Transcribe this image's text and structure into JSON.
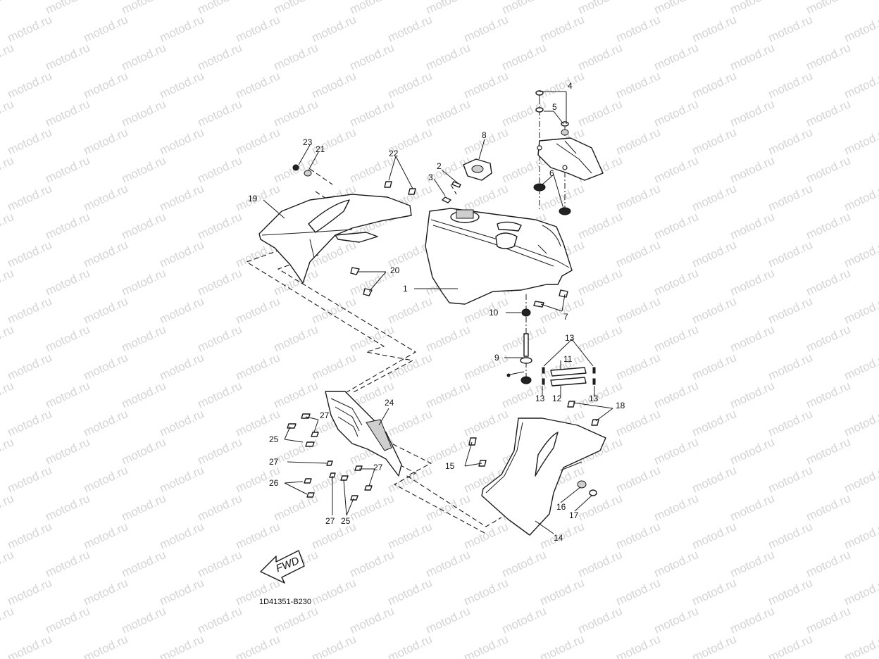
{
  "watermark": "motod.ru",
  "diagram_code": "1D41351-B230",
  "forward_label": "FWD",
  "callouts": [
    "1",
    "2",
    "3",
    "4",
    "5",
    "6",
    "7",
    "8",
    "9",
    "10",
    "11",
    "12",
    "13",
    "14",
    "15",
    "16",
    "17",
    "18",
    "19",
    "20",
    "21",
    "22",
    "23",
    "24",
    "25",
    "26",
    "27"
  ],
  "icons": {
    "forward_arrow": "forward-arrow-icon"
  }
}
